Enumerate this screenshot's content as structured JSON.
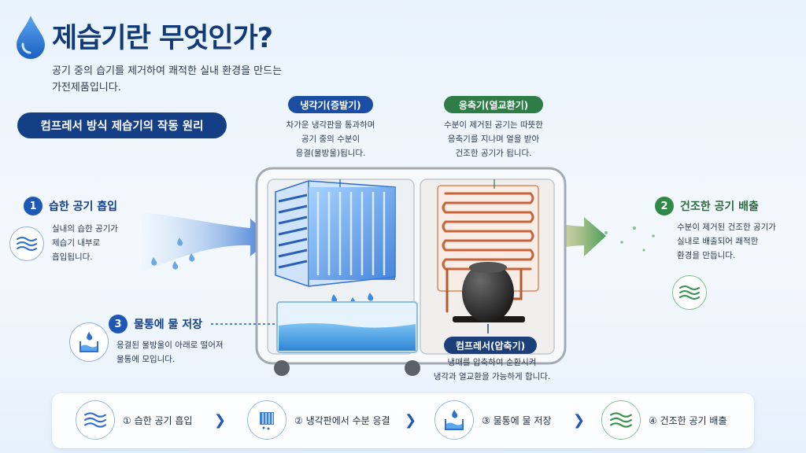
{
  "header": {
    "title": "제습기란 무엇인가?",
    "subtitle": "공기 중의 습기를 제거하여 쾌적한 실내 환경을 만드는 가전제품입니다.",
    "section_pill": "컴프레서 방식 제습기의 작동 원리"
  },
  "components": {
    "evaporator": {
      "label": "냉각기(증발기)",
      "desc": [
        "차가운 냉각판을 통과하며",
        "공기 중의 수분이",
        "응결(물방울)됩니다."
      ]
    },
    "condenser": {
      "label": "응축기(열교환기)",
      "desc": [
        "수분이 제거된 공기는 따뜻한",
        "응축기를 지나며 열을 받아",
        "건조한 공기가 됩니다."
      ]
    },
    "compressor": {
      "label": "컴프레서(압축기)",
      "desc": [
        "냉매를 압축하여 순환시켜",
        "냉각과 열교환을 가능하게 합니다."
      ]
    }
  },
  "steps": [
    {
      "num": "1",
      "title": "습한 공기 흡입",
      "desc": [
        "실내의 습한 공기가",
        "제습기 내부로",
        "흡입됩니다."
      ],
      "icon": "air-intake-icon"
    },
    {
      "num": "2",
      "title": "건조한 공기 배출",
      "desc": [
        "수분이 제거된 건조한 공기가",
        "실내로 배출되어 쾌적한",
        "환경을 만듭니다."
      ],
      "icon": "dry-air-icon"
    },
    {
      "num": "3",
      "title": "물통에 물 저장",
      "desc": [
        "응결된 물방울이 아래로 떨어져",
        "물통에 모입니다."
      ],
      "icon": "water-tank-icon"
    }
  ],
  "bottom_bar": [
    {
      "label": "① 습한 공기 흡입",
      "icon": "air-intake-icon"
    },
    {
      "label": "② 냉각판에서 수분 응결",
      "icon": "cooling-plate-icon"
    },
    {
      "label": "③ 물통에 물 저장",
      "icon": "water-tank-icon"
    },
    {
      "label": "④ 건조한 공기 배출",
      "icon": "dry-air-icon"
    }
  ],
  "colors": {
    "navy": "#143e86",
    "blue": "#1e58b5",
    "green": "#2f8a48",
    "copper": "#c9643a"
  }
}
